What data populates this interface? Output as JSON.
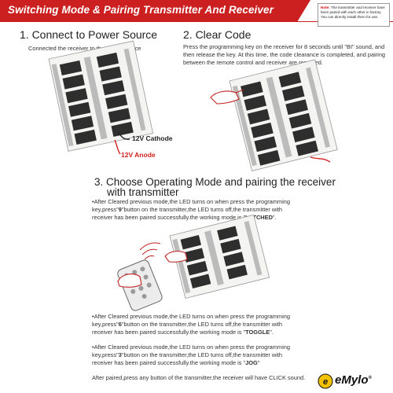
{
  "banner": {
    "title": "Switching Mode & Pairing Transmitter And Receiver",
    "bg_color": "#cc1f1f"
  },
  "note": {
    "prefix": "Note:",
    "text": "The transmitter and receiver have been paired with each other in factory. You can directly install them for use."
  },
  "steps": [
    {
      "heading": "1. Connect to Power Source",
      "description": "Connected the receiver to the power source",
      "labels": {
        "cathode": "12V Cathode",
        "anode": "12V Anode"
      }
    },
    {
      "heading": "2. Clear Code",
      "description": "Press the programming key on the receiver for 8 seconds until \"BI\" sound, and then release the key. At this time, the code clearance is completed, and pairing between the remote control and receiver are removed."
    },
    {
      "heading_line1": "3. Choose Operating Mode and pairing the receiver",
      "heading_line2": "with transmitter",
      "modes": [
        {
          "text_before": "After Cleared previous mode,the LED turns on when press the programming key,press\"",
          "key": "9",
          "text_after": "\"button on the transmitter,the LED turns off,the transmitter with receiver has been paired successfully.the working mode is \"",
          "mode": "LATCHED",
          "end": "\"."
        },
        {
          "text_before": "After Cleared previous mode,the LED turns on when press the programming key,press\"",
          "key": "6",
          "text_after": "\"button on the transmitter,the LED turns off,the transmitter with receiver has been paired successfully.the working mode is \"",
          "mode": "TOGGLE",
          "end": "\"."
        },
        {
          "text_before": "After Cleared previous mode,the LED turns on when press the programming key,press\"",
          "key": "3",
          "text_after": "\"button on the transmitter,the LED turns off,the transmitter with receiver has been paired successfully.the working mode is \"",
          "mode": "JOG",
          "end": "\""
        }
      ],
      "footer": "After paired,press any button of the transmitter,the receiver will have CLICK sound."
    }
  ],
  "logo": {
    "text": "eMylo",
    "symbol": "®"
  },
  "colors": {
    "accent_red": "#d21f1f",
    "relay": "#2e2e2e",
    "board": "#f4f4f2"
  }
}
